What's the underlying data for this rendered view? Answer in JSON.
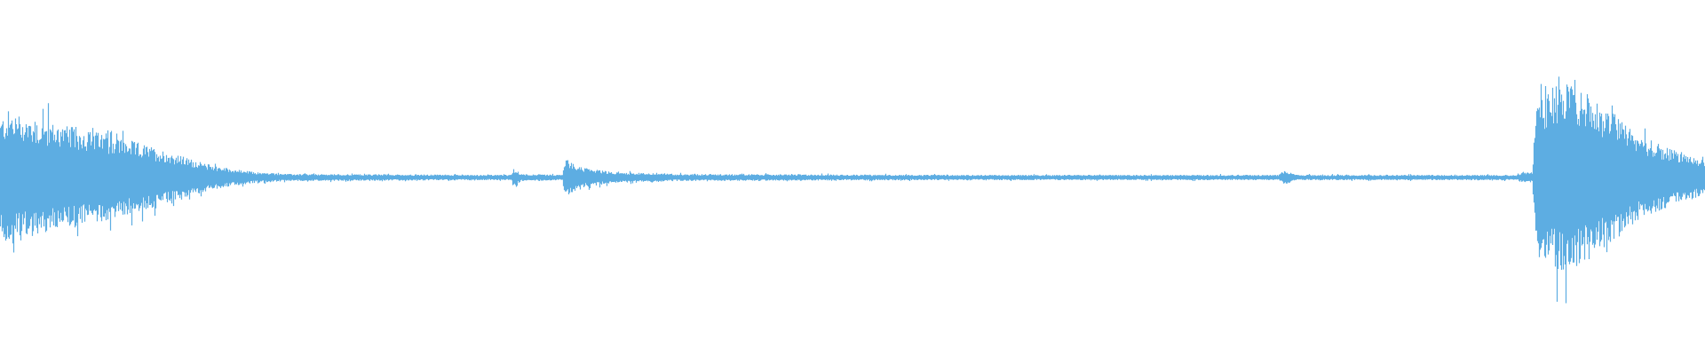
{
  "waveform": {
    "color": "#5DADE2",
    "background": "#FFFFFF",
    "envelope": [
      [
        0.0,
        0.33
      ],
      [
        0.004,
        0.38
      ],
      [
        0.02,
        0.33
      ],
      [
        0.04,
        0.29
      ],
      [
        0.06,
        0.25
      ],
      [
        0.08,
        0.2
      ],
      [
        0.1,
        0.14
      ],
      [
        0.12,
        0.08
      ],
      [
        0.135,
        0.05
      ],
      [
        0.15,
        0.03
      ],
      [
        0.17,
        0.02
      ],
      [
        0.3,
        0.015
      ],
      [
        0.301,
        0.05
      ],
      [
        0.306,
        0.02
      ],
      [
        0.33,
        0.015
      ],
      [
        0.331,
        0.11
      ],
      [
        0.34,
        0.06
      ],
      [
        0.36,
        0.03
      ],
      [
        0.4,
        0.02
      ],
      [
        0.55,
        0.015
      ],
      [
        0.75,
        0.015
      ],
      [
        0.754,
        0.04
      ],
      [
        0.76,
        0.015
      ],
      [
        0.89,
        0.015
      ],
      [
        0.893,
        0.03
      ],
      [
        0.899,
        0.03
      ],
      [
        0.901,
        0.4
      ],
      [
        0.915,
        0.55
      ],
      [
        0.93,
        0.48
      ],
      [
        0.945,
        0.38
      ],
      [
        0.96,
        0.25
      ],
      [
        0.975,
        0.18
      ],
      [
        1.0,
        0.1
      ]
    ]
  }
}
